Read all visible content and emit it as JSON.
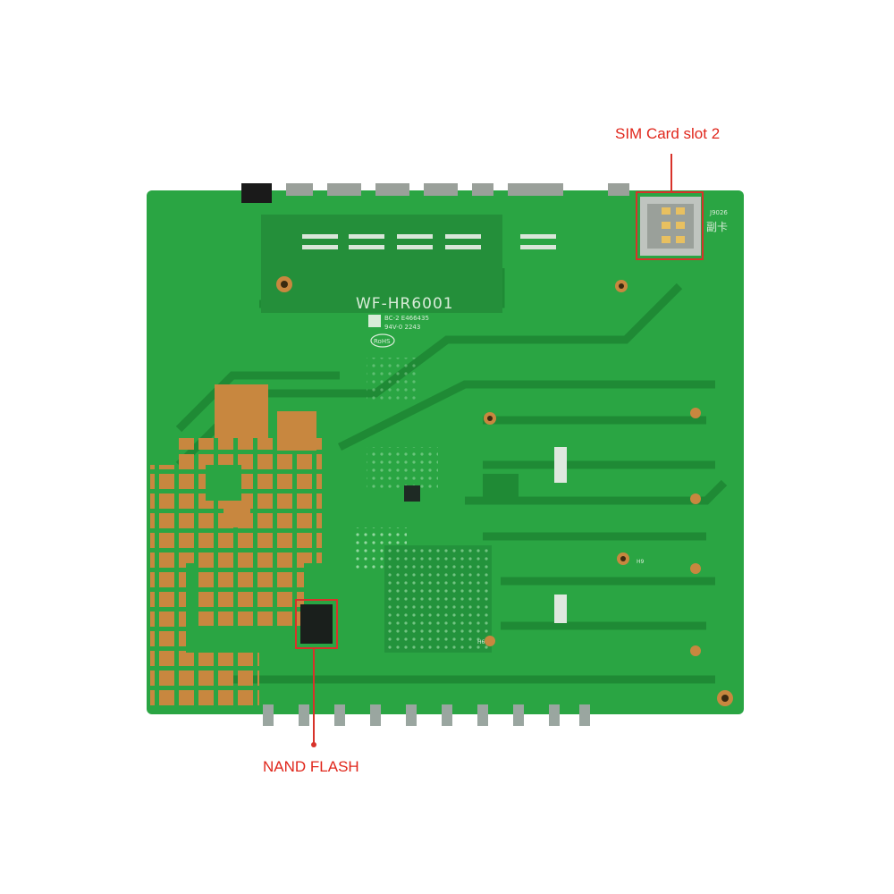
{
  "callouts": {
    "sim_slot": "SIM Card slot 2",
    "nand_flash": "NAND FLASH"
  },
  "board": {
    "model": "WF-HR6001",
    "marking_line1": "BC-2 E466435",
    "marking_line2": "94V-0 2243",
    "rohs": "RoHS",
    "sim_ref": "J9026",
    "sim_cn": "副卡",
    "hole_h9": "H9",
    "hole_h6": "H6"
  },
  "colors": {
    "board": "#2aa543",
    "board_dark": "#1f8a35",
    "pad": "#c8873f",
    "highlight": "#d8322a"
  }
}
